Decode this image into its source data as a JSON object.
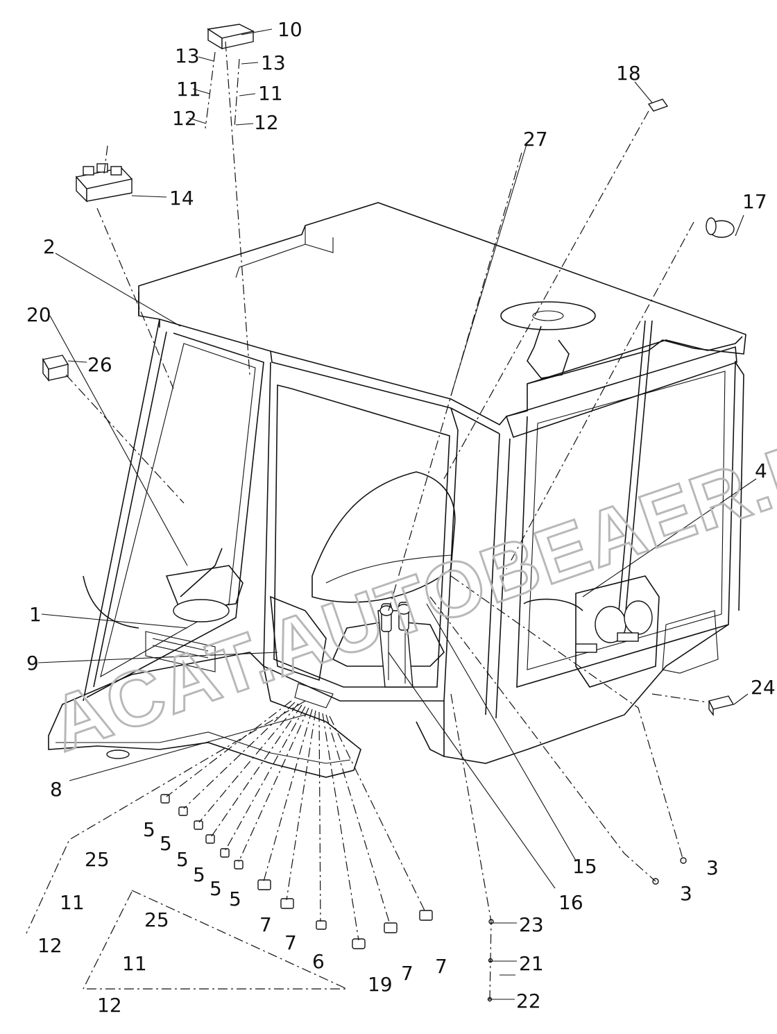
{
  "watermark": "ACAT.AUTOBEAER.RU",
  "callouts": [
    {
      "id": "c10a",
      "text": "10"
    },
    {
      "id": "c13a",
      "text": "13"
    },
    {
      "id": "c13b",
      "text": "13"
    },
    {
      "id": "c11a",
      "text": "11"
    },
    {
      "id": "c11b",
      "text": "11"
    },
    {
      "id": "c12a",
      "text": "12"
    },
    {
      "id": "c12b",
      "text": "12"
    },
    {
      "id": "c18",
      "text": "18"
    },
    {
      "id": "c27",
      "text": "27"
    },
    {
      "id": "c14",
      "text": "14"
    },
    {
      "id": "c17",
      "text": "17"
    },
    {
      "id": "c26",
      "text": "26"
    },
    {
      "id": "c4",
      "text": "4"
    },
    {
      "id": "c2",
      "text": "2"
    },
    {
      "id": "c20",
      "text": "20"
    },
    {
      "id": "c1",
      "text": "1"
    },
    {
      "id": "c9",
      "text": "9"
    },
    {
      "id": "c8",
      "text": "8"
    },
    {
      "id": "c5a",
      "text": "5"
    },
    {
      "id": "c5b",
      "text": "5"
    },
    {
      "id": "c5c",
      "text": "5"
    },
    {
      "id": "c5d",
      "text": "5"
    },
    {
      "id": "c5e",
      "text": "5"
    },
    {
      "id": "c5f",
      "text": "5"
    },
    {
      "id": "c25a",
      "text": "25"
    },
    {
      "id": "c11c",
      "text": "11"
    },
    {
      "id": "c12c",
      "text": "12"
    },
    {
      "id": "c25b",
      "text": "25"
    },
    {
      "id": "c11d",
      "text": "11"
    },
    {
      "id": "c12d",
      "text": "12"
    },
    {
      "id": "c7a",
      "text": "7"
    },
    {
      "id": "c7b",
      "text": "7"
    },
    {
      "id": "c6",
      "text": "6"
    },
    {
      "id": "c19",
      "text": "19"
    },
    {
      "id": "c7c",
      "text": "7"
    },
    {
      "id": "c7d",
      "text": "7"
    },
    {
      "id": "c23",
      "text": "23"
    },
    {
      "id": "c21",
      "text": "21"
    },
    {
      "id": "c22",
      "text": "22"
    },
    {
      "id": "c15",
      "text": "15"
    },
    {
      "id": "c16",
      "text": "16"
    },
    {
      "id": "c24",
      "text": "24"
    },
    {
      "id": "c3a",
      "text": "3"
    },
    {
      "id": "c3b",
      "text": "3"
    }
  ]
}
